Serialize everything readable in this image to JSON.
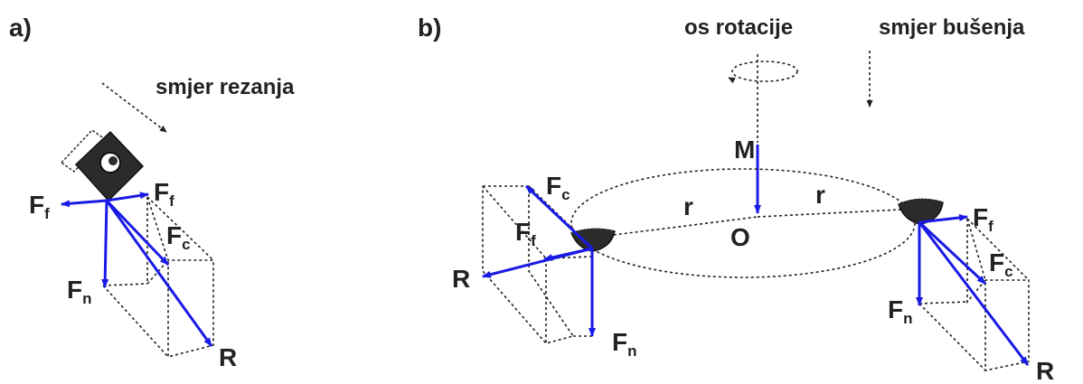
{
  "panel_a": {
    "label": "a)",
    "direction": "smjer rezanja",
    "forces": {
      "ff_left": "F",
      "ff_left_sub": "f",
      "ff_right": "F",
      "ff_right_sub": "f",
      "fc": "F",
      "fc_sub": "c",
      "fn": "F",
      "fn_sub": "n",
      "r": "R"
    }
  },
  "panel_b": {
    "label": "b)",
    "axis": "os rotacije",
    "direction": "smjer bušenja",
    "moment": "M",
    "center": "O",
    "radius_left": "r",
    "radius_right": "r",
    "left_forces": {
      "fc": "F",
      "fc_sub": "c",
      "ff": "F",
      "ff_sub": "f",
      "r": "R",
      "fn": "F",
      "fn_sub": "n"
    },
    "right_forces": {
      "ff": "F",
      "ff_sub": "f",
      "fc": "F",
      "fc_sub": "c",
      "fn": "F",
      "fn_sub": "n",
      "r": "R"
    }
  },
  "colors": {
    "vector": "#1a1ae6",
    "line": "#222222"
  }
}
